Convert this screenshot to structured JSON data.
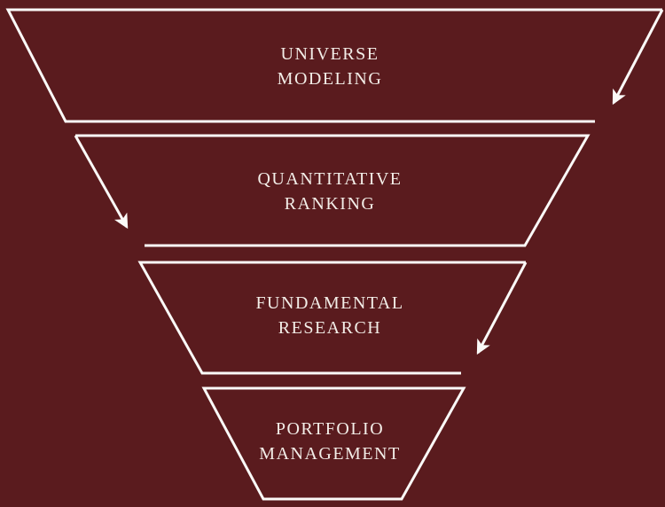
{
  "diagram": {
    "type": "funnel",
    "title": "",
    "levels": [
      {
        "id": "universe-modeling",
        "line1": "UNIVERSE",
        "line2": "MODELING"
      },
      {
        "id": "quantitative-ranking",
        "line1": "QUANTITATIVE",
        "line2": "RANKING"
      },
      {
        "id": "fundamental-research",
        "line1": "FUNDAMENTAL",
        "line2": "RESEARCH"
      },
      {
        "id": "portfolio-management",
        "line1": "PORTFOLIO",
        "line2": "MANAGEMENT"
      }
    ],
    "arrows": [
      {
        "id": "arrow-top-right",
        "from": "universe-modeling right edge",
        "direction": "down-left"
      },
      {
        "id": "arrow-middle-left",
        "from": "quantitative-ranking left edge",
        "direction": "down-right"
      },
      {
        "id": "arrow-middle-right",
        "from": "fundamental-research right edge",
        "direction": "down-left"
      }
    ]
  },
  "colors": {
    "background": "#5a1b1e",
    "line": "#fbfaf8",
    "text": "#f3eee8"
  }
}
